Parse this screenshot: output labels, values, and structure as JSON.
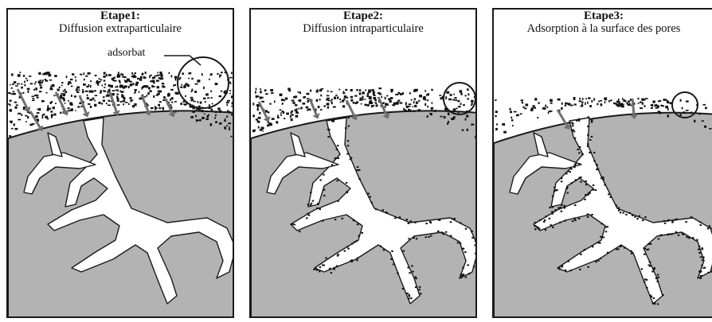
{
  "figure": {
    "panels": [
      {
        "step": "Etape1:",
        "description": "Diffusion extraparticulaire",
        "callout": "adsorbat"
      },
      {
        "step": "Etape2:",
        "description": "Diffusion intraparticulaire"
      },
      {
        "step": "Etape3:",
        "description": "Adsorption à la surface des pores"
      }
    ]
  },
  "colors": {
    "particle_fill": "#b3b3b3",
    "pore_fill": "#ffffff",
    "outline": "#1a1a1a",
    "arrow": "#707070",
    "adsorbate_dots": "#111111"
  }
}
